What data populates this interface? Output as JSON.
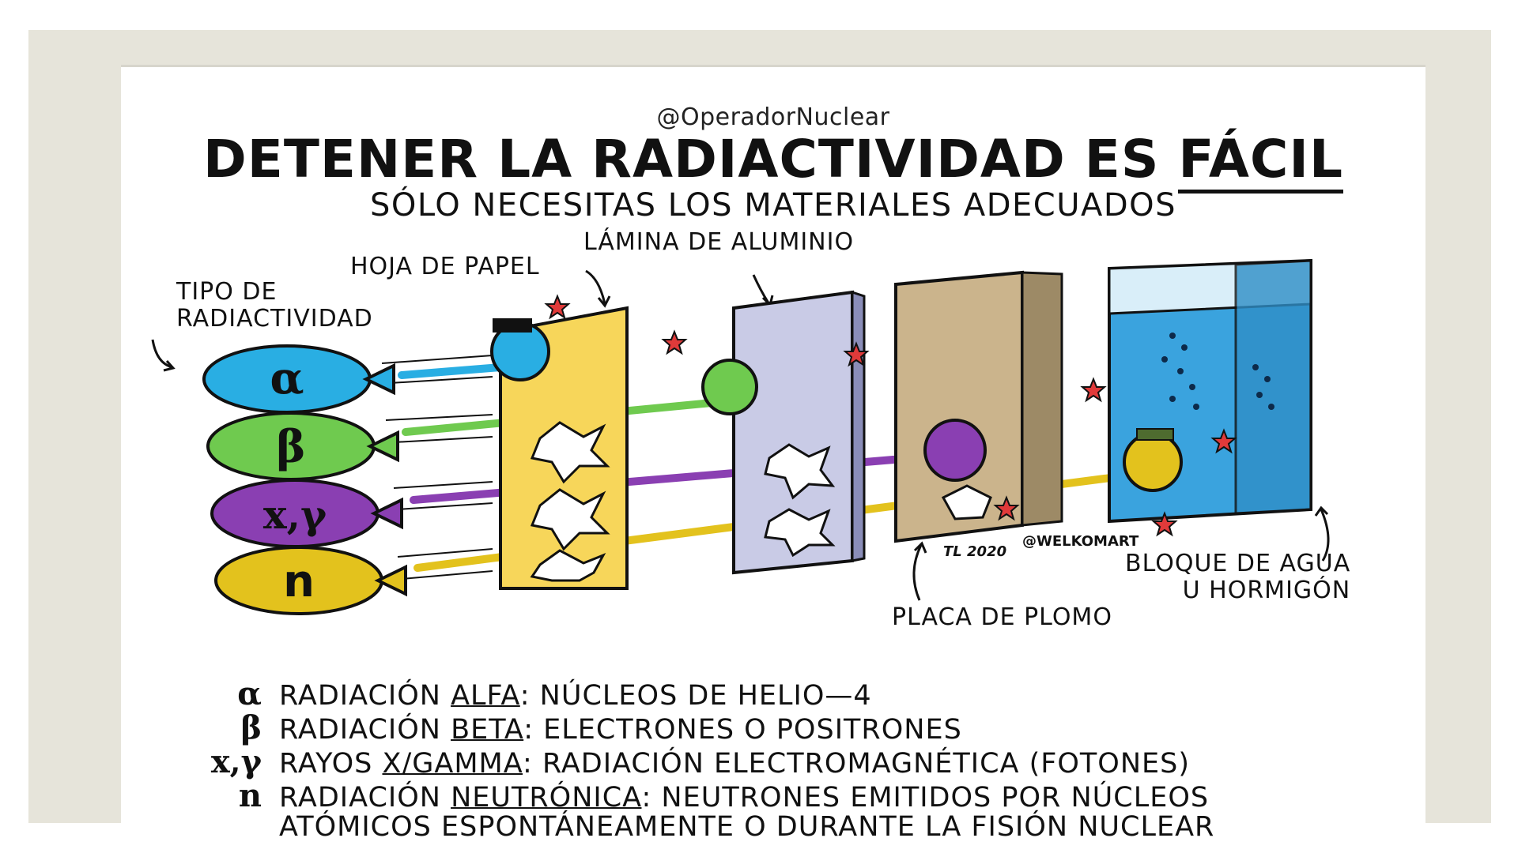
{
  "header": {
    "handle": "@OperadorNuclear",
    "title_main": "DETENER LA RADIACTIVIDAD ES ",
    "title_emph": "FÁCIL",
    "subtitle": "SÓLO NECESITAS LOS MATERIALES ADECUADOS"
  },
  "labels": {
    "type": "TIPO DE RADIACTIVIDAD",
    "type_line1": "TIPO DE",
    "type_line2": "RADIACTIVIDAD",
    "paper": "HOJA DE PAPEL",
    "aluminium": "LÁMINA DE ALUMINIO",
    "lead": "PLACA DE PLOMO",
    "water_line1": "BLOQUE DE AGUA",
    "water_line2": "U HORMIGÓN",
    "credit": "@WELKOMART",
    "signature": "TL 2020"
  },
  "balloons": [
    {
      "symbol": "α",
      "color": "#29aee3"
    },
    {
      "symbol": "β",
      "color": "#6fca4f"
    },
    {
      "symbol": "x,γ",
      "color": "#8a3fb2"
    },
    {
      "symbol": "n",
      "color": "#e3c21d"
    }
  ],
  "legend": [
    {
      "symbol": "α",
      "prefix": "RADIACIÓN ",
      "name": "ALFA",
      "desc": ": NÚCLEOS DE HELIO—4"
    },
    {
      "symbol": "β",
      "prefix": "RADIACIÓN ",
      "name": "BETA",
      "desc": ": ELECTRONES O POSITRONES"
    },
    {
      "symbol": "x,γ",
      "prefix": "RAYOS ",
      "name": "X/GAMMA",
      "desc": ": RADIACIÓN ELECTROMAGNÉTICA (FOTONES)"
    },
    {
      "symbol": "n",
      "prefix": "RADIACIÓN ",
      "name": "NEUTRÓNICA",
      "desc": ": NEUTRONES EMITIDOS POR NÚCLEOS"
    }
  ],
  "legend_continuation": "ATÓMICOS ESPONTÁNEAMENTE O DURANTE LA FISIÓN NUCLEAR",
  "colors": {
    "frame": "#e6e4da",
    "alpha": "#29aee3",
    "beta": "#6fca4f",
    "gamma": "#8a3fb2",
    "neutron": "#e3c21d",
    "paper": "#f7d65a",
    "aluminium": "#c9cbe6",
    "lead": "#cbb48c",
    "water": "#3aa3de",
    "star": "#e03a3a"
  }
}
